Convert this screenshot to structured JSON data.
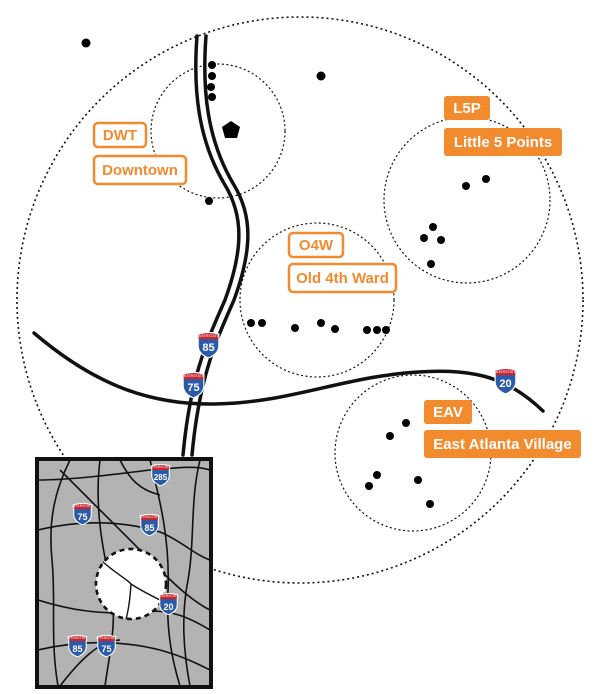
{
  "neighborhoods": [
    {
      "abbr": "DWT",
      "name": "Downtown",
      "style": "outline"
    },
    {
      "abbr": "L5P",
      "name": "Little 5 Points",
      "style": "filled"
    },
    {
      "abbr": "O4W",
      "name": "Old 4th Ward",
      "style": "outline"
    },
    {
      "abbr": "EAV",
      "name": "East Atlanta Village",
      "style": "filled"
    }
  ],
  "shields": {
    "main": [
      "85",
      "75",
      "20"
    ],
    "inset": [
      "285",
      "75",
      "85",
      "20",
      "85",
      "75"
    ]
  },
  "shield_banner": "INTERSTATE",
  "colors": {
    "accent": "#f28a2e",
    "shield_blue": "#2b5aa8",
    "shield_red": "#c8262c",
    "inset_bg": "#b3b3b3"
  },
  "icons": {
    "pentagon": "pentagon-marker-icon",
    "dot": "location-dot-icon"
  }
}
